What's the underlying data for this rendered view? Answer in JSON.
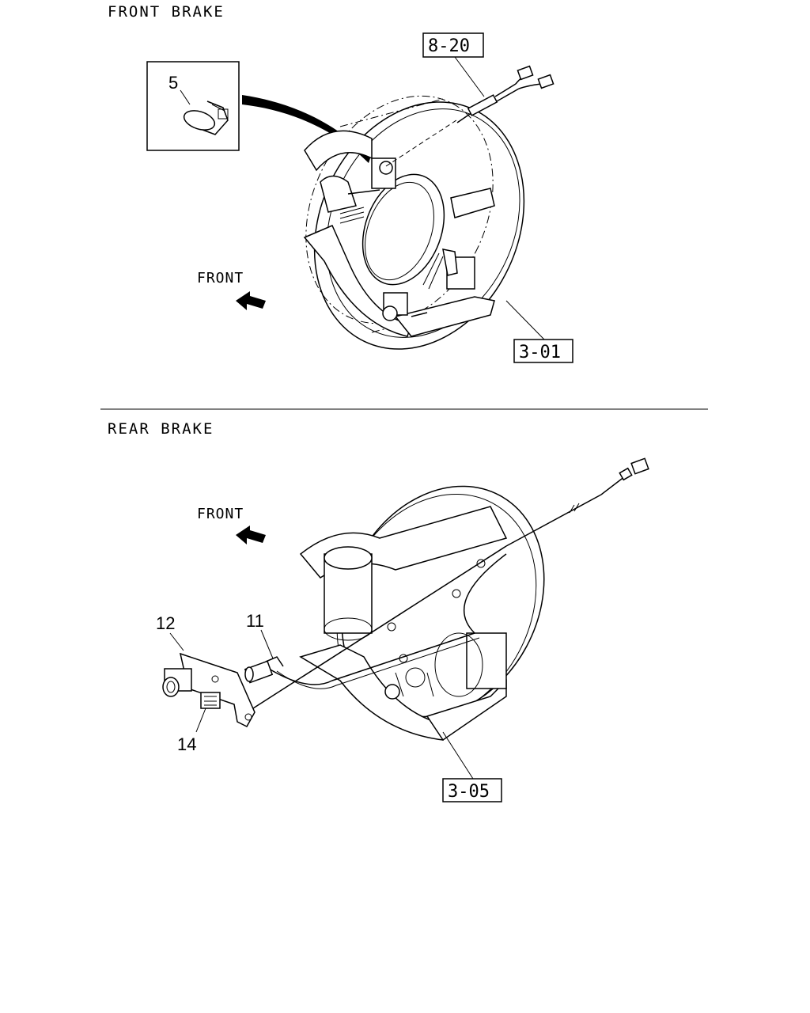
{
  "front_section": {
    "heading": "FRONT BRAKE",
    "ref_wire": "8-20",
    "ref_assembly": "3-01",
    "inset_part": "5",
    "direction": "FRONT"
  },
  "rear_section": {
    "heading": "REAR BRAKE",
    "ref_assembly": "3-05",
    "direction": "FRONT",
    "part_sensor": "11",
    "part_bracket": "12",
    "part_connector": "14"
  }
}
